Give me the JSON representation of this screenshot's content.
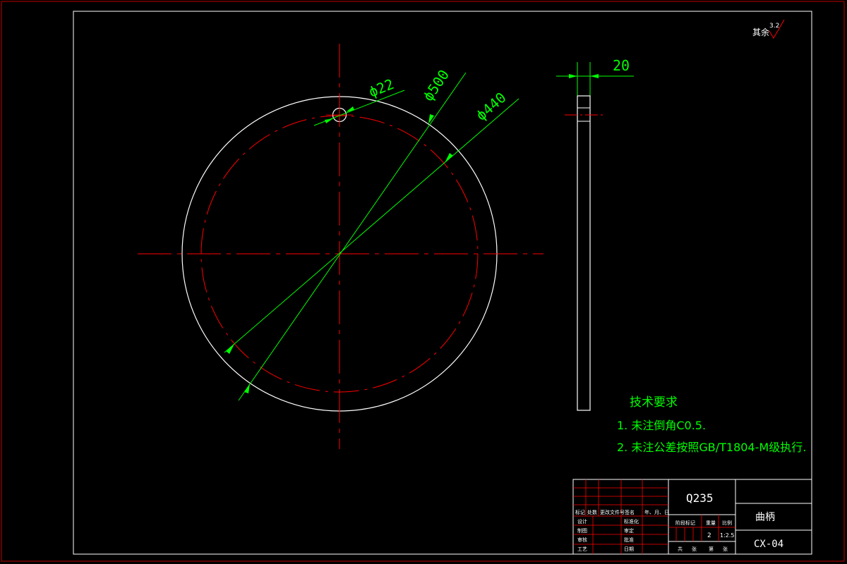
{
  "colors": {
    "background": "#000000",
    "border": "#ffffff",
    "outer_frame": "#c00000",
    "centerline": "#ff0000",
    "dimension": "#00ff00",
    "title_block_lines": "#ff0000",
    "title_text": "#ffffff"
  },
  "dimensions": {
    "hole": "ϕ22",
    "outer_diameter": "ϕ500",
    "bolt_circle": "ϕ440",
    "thickness": "20"
  },
  "roughness": {
    "label": "其余",
    "value": "3.2"
  },
  "tech_requirements": {
    "title": "技术要求",
    "items": [
      "1. 未注倒角C0.5.",
      "2. 未注公差按照GB/T1804-M级执行."
    ]
  },
  "title_block": {
    "material": "Q235",
    "part_name": "曲柄",
    "drawing_no": "CX-04",
    "scale_value": "1:2.5",
    "quantity_value": "2",
    "weight_value": "",
    "header_labels": [
      "标记",
      "处数",
      "更改文件号",
      "签名",
      "年、月、日"
    ],
    "left_labels": [
      "设计",
      "制图",
      "审核",
      "工艺"
    ],
    "mid_labels": [
      "标准化",
      "审定",
      "批准",
      "日期"
    ],
    "mid_labels_2": [
      "阶段标记",
      "重量",
      "比例"
    ],
    "sheet_labels": [
      "共",
      "张",
      "第",
      "张"
    ]
  }
}
